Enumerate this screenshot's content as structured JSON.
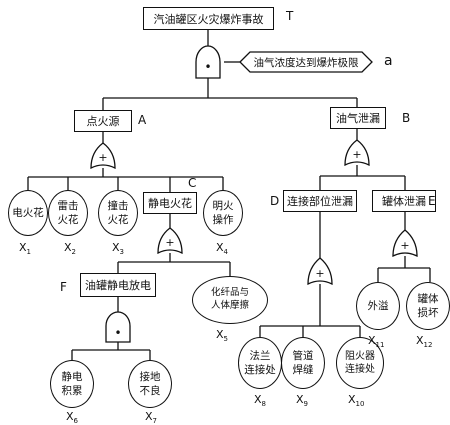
{
  "top": {
    "label": "汽油罐区火灾爆炸事故",
    "tag": "T"
  },
  "condition": {
    "label": "油气浓度达到爆炸极限",
    "tag": "a"
  },
  "gate_and": "•",
  "gate_or": "+",
  "events": {
    "A": {
      "label": "点火源",
      "tag": "A"
    },
    "B": {
      "label": "油气泄漏",
      "tag": "B"
    },
    "C": {
      "label": "静电火花",
      "tag": "C"
    },
    "D": {
      "label": "连接部位泄漏",
      "tag": "D"
    },
    "E": {
      "label": "罐体泄漏",
      "tag": "E"
    },
    "F": {
      "label": "油罐静电放电",
      "tag": "F"
    }
  },
  "basic": {
    "X1": {
      "label": "电火花",
      "sym": "X",
      "sub": "1"
    },
    "X2": {
      "label": "雷击\n火花",
      "sym": "X",
      "sub": "2"
    },
    "X3": {
      "label": "撞击\n火花",
      "sym": "X",
      "sub": "3"
    },
    "X4": {
      "label": "明火\n操作",
      "sym": "X",
      "sub": "4"
    },
    "X5": {
      "label": "化纤品与\n人体摩擦",
      "sym": "X",
      "sub": "5"
    },
    "X6": {
      "label": "静电\n积累",
      "sym": "X",
      "sub": "6"
    },
    "X7": {
      "label": "接地\n不良",
      "sym": "X",
      "sub": "7"
    },
    "X8": {
      "label": "法兰\n连接处",
      "sym": "X",
      "sub": "8"
    },
    "X9": {
      "label": "管道\n焊缝",
      "sym": "X",
      "sub": "9"
    },
    "X10": {
      "label": "阻火器\n连接处",
      "sym": "X",
      "sub": "10"
    },
    "X11": {
      "label": "外溢",
      "sym": "X",
      "sub": "11"
    },
    "X12": {
      "label": "罐体\n损坏",
      "sym": "X",
      "sub": "12"
    }
  }
}
